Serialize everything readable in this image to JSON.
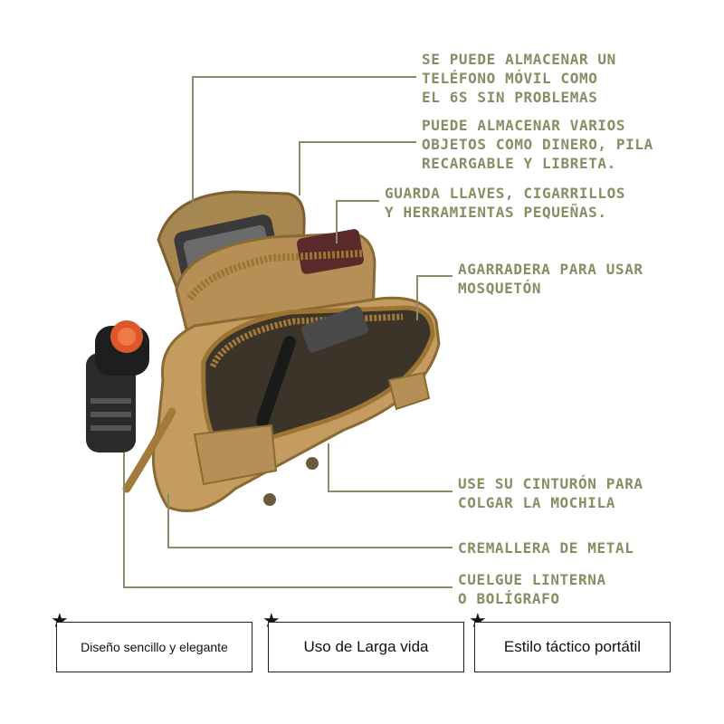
{
  "callouts": [
    {
      "text": "SE PUEDE ALMACENAR UN\nTELÉFONO MÓVIL COMO\nEL 6S SIN PROBLEMAS"
    },
    {
      "text": "PUEDE ALMACENAR VARIOS\nOBJETOS COMO DINERO, PILA\nRECARGABLE Y LIBRETA."
    },
    {
      "text": "GUARDA LLAVES, CIGARRILLOS\nY HERRAMIENTAS PEQUEÑAS."
    },
    {
      "text": "AGARRADERA PARA USAR\nMOSQUETÓN"
    },
    {
      "text": "USE SU CINTURÓN PARA\nCOLGAR LA MOCHILA"
    },
    {
      "text": "CREMALLERA DE METAL"
    },
    {
      "text": "CUELGUE LINTERNA\nO BOLÍGRAFO"
    }
  ],
  "features": [
    {
      "label": "Diseño sencillo y elegante"
    },
    {
      "label": "Uso de Larga vida"
    },
    {
      "label": "Estilo táctico portátil"
    }
  ],
  "colors": {
    "callout": "#8a8c64",
    "pouch": "#b8935a",
    "zipper": "#9c7434",
    "badge_border": "#222222"
  },
  "icons": {
    "feature_marker": "star-icon"
  }
}
